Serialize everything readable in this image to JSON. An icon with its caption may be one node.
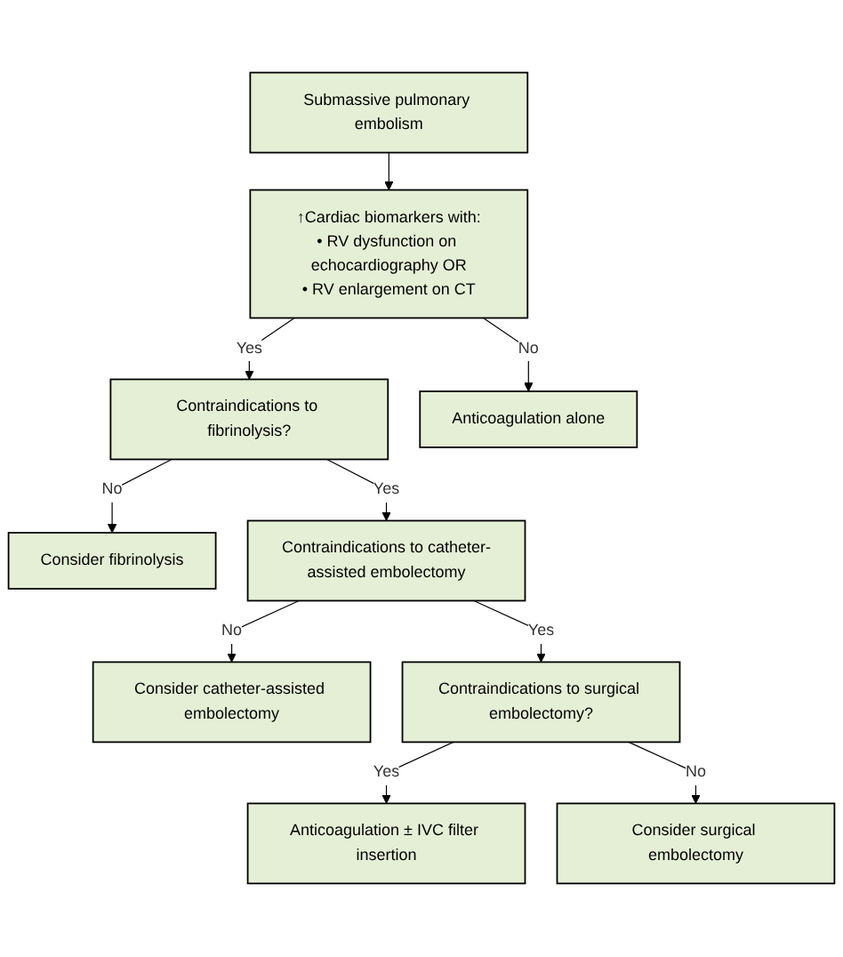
{
  "diagram": {
    "nodes": [
      {
        "text": [
          "Submassive pulmonary embolism"
        ]
      },
      {
        "text": [
          "↑Cardiac biomarkers with:",
          "• RV dysfunction on echocardiography OR",
          "• RV enlargement on CT"
        ]
      },
      {
        "text": [
          "Contraindications to fibrinolysis?"
        ]
      },
      {
        "text": [
          "Anticoagulation alone"
        ]
      },
      {
        "text": [
          "Consider fibrinolysis"
        ]
      },
      {
        "text": [
          "Contraindications to catheter-assisted embolectomy"
        ]
      },
      {
        "text": [
          "Consider catheter-assisted embolectomy"
        ]
      },
      {
        "text": [
          "Contraindications to surgical embolectomy?"
        ]
      },
      {
        "text": [
          "Consider surgical embolectomy"
        ]
      },
      {
        "text": [
          "Anticoagulation ± IVC filter insertion"
        ]
      }
    ],
    "edges": [
      {
        "from": 0,
        "to": 1,
        "arrow": "to"
      },
      {
        "from": 1,
        "to": 2,
        "arrow": "to",
        "label": "Yes"
      },
      {
        "from": 1,
        "to": 3,
        "arrow": "to",
        "label": "No"
      },
      {
        "from": 2,
        "to": 5,
        "arrow": "to",
        "label": "Yes"
      },
      {
        "from": 2,
        "to": 4,
        "arrow": "to",
        "label": "No"
      },
      {
        "from": 5,
        "to": 7,
        "arrow": "to",
        "label": "Yes"
      },
      {
        "from": 5,
        "to": 6,
        "arrow": "to",
        "label": "No"
      },
      {
        "from": 7,
        "to": 9,
        "arrow": "to",
        "label": "Yes"
      },
      {
        "from": 7,
        "to": 8,
        "arrow": "to",
        "label": "No"
      }
    ]
  }
}
